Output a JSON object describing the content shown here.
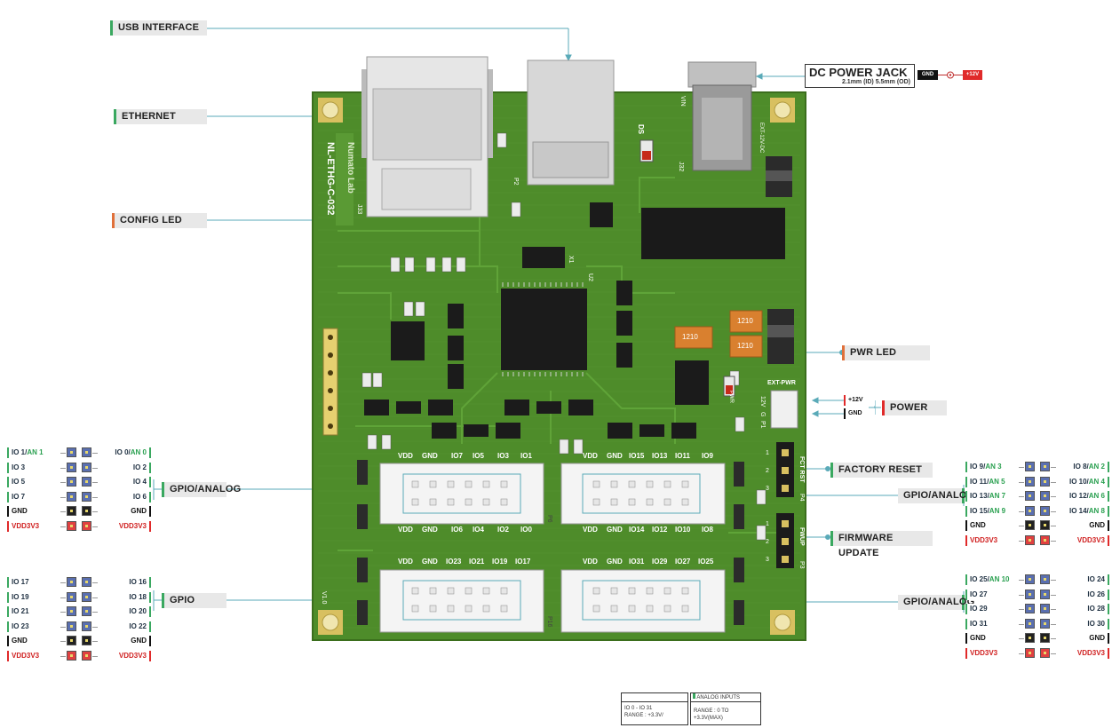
{
  "callouts": {
    "usb": "USB INTERFACE",
    "ethernet": "ETHERNET",
    "config_led": "CONFIG LED",
    "pwr_led": "PWR LED",
    "power": "POWER",
    "factory_reset": "FACTORY RESET",
    "firmware_update": "FIRMWARE UPDATE",
    "gpio_analog": "GPIO/ANALOG",
    "gpio": "GPIO"
  },
  "dc_jack": {
    "title": "DC POWER JACK",
    "sub": "2.1mm (ID) 5.5mm (OD)",
    "gnd": "GND",
    "v12": "+12V"
  },
  "power_pins": {
    "v12": "+12V",
    "gnd": "GND"
  },
  "board": {
    "name": "NL-ETHG-C-032",
    "brand": "Numato Lab",
    "labels": {
      "ds": "DS",
      "vin": "VIN",
      "j32": "J32",
      "ext_12v": "EXT-12V-DC",
      "p2": "P2",
      "j33": "J33",
      "x1": "X1",
      "u2": "U2",
      "ext_pwr": "EXT-PWR",
      "v12": "12V",
      "g": "G",
      "p1": "P1",
      "pwr": "PWR",
      "rst": "FCT RST",
      "p4": "P4",
      "fwup": "FWUP",
      "p3": "P3",
      "p6": "P6",
      "p16": "P16",
      "v10": "V1.0",
      "c1210a": "1210",
      "c1210b": "1210",
      "c1210c": "1210"
    },
    "hdr_top_left": [
      "VDD",
      "GND",
      "IO7",
      "IO5",
      "IO3",
      "IO1"
    ],
    "hdr_bot_left": [
      "VDD",
      "GND",
      "IO6",
      "IO4",
      "IO2",
      "IO0"
    ],
    "hdr_top_right": [
      "VDD",
      "GND",
      "IO15",
      "IO13",
      "IO11",
      "IO9"
    ],
    "hdr_bot_right": [
      "VDD",
      "GND",
      "IO14",
      "IO12",
      "IO10",
      "IO8"
    ],
    "hdr2_top_left": [
      "VDD",
      "GND",
      "IO23",
      "IO21",
      "IO19",
      "IO17"
    ],
    "hdr2_top_right": [
      "VDD",
      "GND",
      "IO31",
      "IO29",
      "IO27",
      "IO25"
    ],
    "pin_nums": {
      "a1": "1",
      "a2": "2",
      "a3": "3",
      "b1": "1",
      "b2": "2",
      "b3": "3"
    }
  },
  "left_top_pins": [
    {
      "l": "IO 1/",
      "la": "AN 1",
      "r": "IO 0/",
      "ra": "AN 0",
      "t": "io"
    },
    {
      "l": "IO 3",
      "r": "IO 2",
      "t": "io"
    },
    {
      "l": "IO 5",
      "r": "IO 4",
      "t": "io"
    },
    {
      "l": "IO 7",
      "r": "IO 6",
      "t": "io"
    },
    {
      "l": "GND",
      "r": "GND",
      "t": "gnd"
    },
    {
      "l": "VDD3V3",
      "r": "VDD3V3",
      "t": "vdd"
    }
  ],
  "left_bot_pins": [
    {
      "l": "IO 17",
      "r": "IO 16",
      "t": "io"
    },
    {
      "l": "IO 19",
      "r": "IO 18",
      "t": "io"
    },
    {
      "l": "IO 21",
      "r": "IO 20",
      "t": "io"
    },
    {
      "l": "IO 23",
      "r": "IO 22",
      "t": "io"
    },
    {
      "l": "GND",
      "r": "GND",
      "t": "gnd"
    },
    {
      "l": "VDD3V3",
      "r": "VDD3V3",
      "t": "vdd"
    }
  ],
  "right_top_pins": [
    {
      "l": "IO 9/",
      "la": "AN 3",
      "r": "IO 8/",
      "ra": "AN 2",
      "t": "io"
    },
    {
      "l": "IO 11/",
      "la": "AN 5",
      "r": "IO 10/",
      "ra": "AN 4",
      "t": "io"
    },
    {
      "l": "IO 13/",
      "la": "AN 7",
      "r": "IO 12/",
      "ra": "AN 6",
      "t": "io"
    },
    {
      "l": "IO 15/",
      "la": "AN 9",
      "r": "IO 14/",
      "ra": "AN 8",
      "t": "io"
    },
    {
      "l": "GND",
      "r": "GND",
      "t": "gnd"
    },
    {
      "l": "VDD3V3",
      "r": "VDD3V3",
      "t": "vdd"
    }
  ],
  "right_bot_pins": [
    {
      "l": "IO 25/",
      "la": "AN 10",
      "r": "IO 24",
      "t": "io"
    },
    {
      "l": "IO 27",
      "r": "IO 26",
      "t": "io"
    },
    {
      "l": "IO 29",
      "r": "IO 28",
      "t": "io"
    },
    {
      "l": "IO 31",
      "r": "IO 30",
      "t": "io"
    },
    {
      "l": "GND",
      "r": "GND",
      "t": "gnd"
    },
    {
      "l": "VDD3V3",
      "r": "VDD3V3",
      "t": "vdd"
    }
  ],
  "legend": {
    "a_title": "",
    "a_line1": "IO 0 - IO 31",
    "a_line2": "RANGE : +3.3V/",
    "b_title": "ANALOG INPUTS",
    "b_line1": "RANGE : 0  TO +3.3V(MAX)"
  },
  "colors": {
    "board": "#4e8c2a",
    "board_dark": "#3f7a22",
    "accent_green": "#3aa860",
    "accent_orange": "#e0703a",
    "io_pad": "#5a6fb0",
    "vdd": "#e02a2a"
  }
}
